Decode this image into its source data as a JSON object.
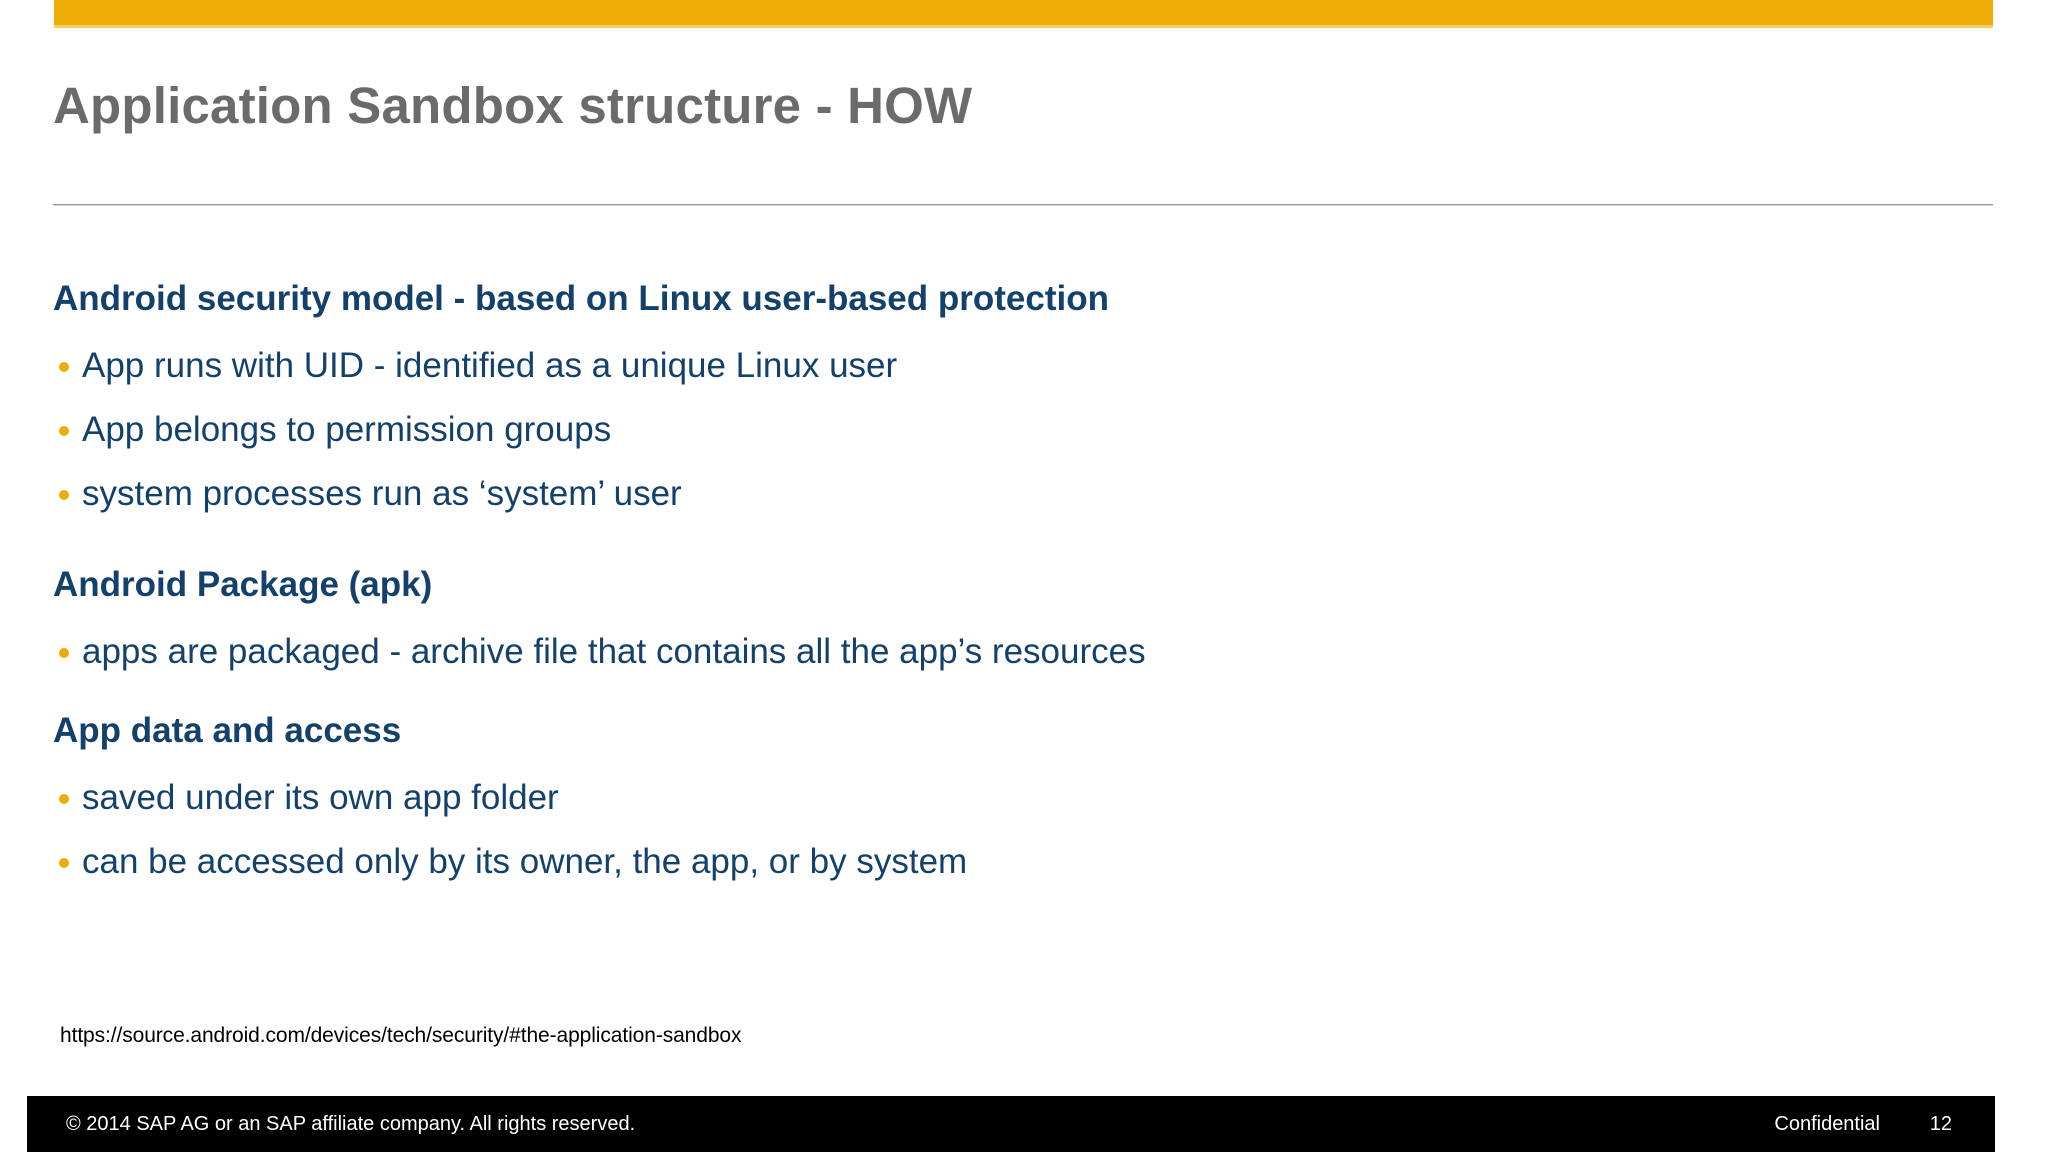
{
  "slide": {
    "title": "Application Sandbox structure - HOW",
    "accent_color": "#eeac06",
    "heading_color": "#13416b",
    "title_color": "#6b6b6b",
    "bullet_color": "#f0ab00"
  },
  "sections": [
    {
      "heading": "Android security model - based on Linux user-based protection",
      "bullets": [
        "App runs with UID - identified as a unique Linux user",
        "App belongs to permission groups",
        "system processes run as ‘system’ user"
      ]
    },
    {
      "heading": "Android Package (apk)",
      "bullets": [
        "apps are packaged - archive file that contains all the app’s resources"
      ]
    },
    {
      "heading": "App data and access",
      "bullets": [
        "saved under its own app folder",
        "can be accessed only by its owner, the app, or by system"
      ]
    }
  ],
  "source_url": "https://source.android.com/devices/tech/security/#the-application-sandbox",
  "footer": {
    "copyright": "©  2014 SAP AG or an SAP affiliate company. All rights reserved.",
    "classification": "Confidential",
    "page_number": "12"
  }
}
